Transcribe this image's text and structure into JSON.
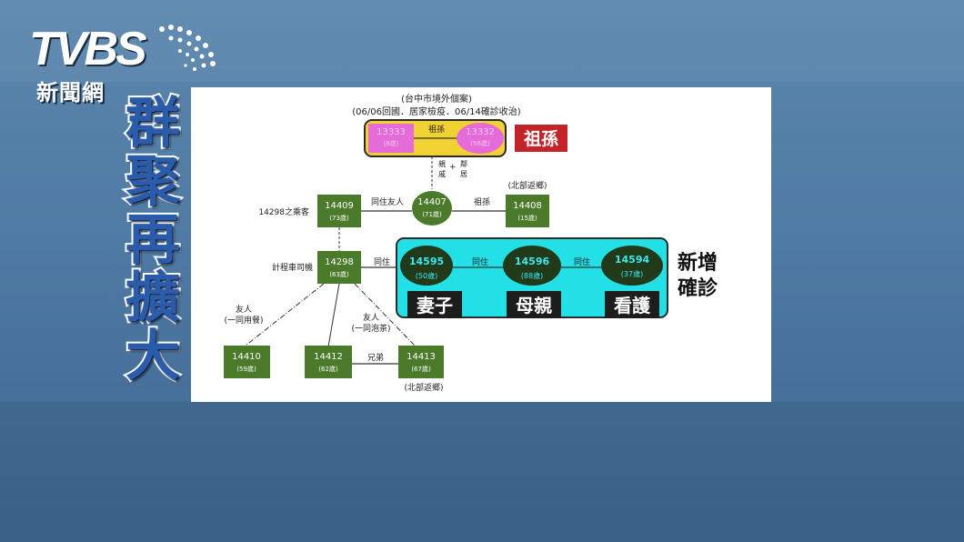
{
  "logo": {
    "brand": "TVBS",
    "sub": "新聞網"
  },
  "headline": [
    "群",
    "聚",
    "再",
    "擴",
    "大"
  ],
  "header": {
    "line1": "(台中市境外個案)",
    "line2": "(06/06回國．居家檢疫．06/14確診收治)"
  },
  "top_cluster": {
    "left": {
      "id": "13333",
      "age": "(8歲)"
    },
    "right": {
      "id": "13332",
      "age": "(56歲)"
    },
    "link": "祖孫",
    "tag": "祖孫"
  },
  "vertical_link": {
    "a": "親戚",
    "plus": "+",
    "b": "鄰居"
  },
  "nodes": {
    "n14409": {
      "id": "14409",
      "age": "(73歲)",
      "side": "14298之乘客"
    },
    "n14407": {
      "id": "14407",
      "age": "(71歲)"
    },
    "n14408": {
      "id": "14408",
      "age": "(15歲)",
      "note": "(北部返鄉)"
    },
    "n14298": {
      "id": "14298",
      "age": "(63歲)",
      "side": "計程車司機"
    },
    "n14410": {
      "id": "14410",
      "age": "(59歲)"
    },
    "n14412": {
      "id": "14412",
      "age": "(62歲)"
    },
    "n14413": {
      "id": "14413",
      "age": "(67歲)",
      "note": "(北部返鄉)"
    }
  },
  "edges": {
    "e1": "同住友人",
    "e2": "祖孫",
    "e3": "同住",
    "e4": "同住",
    "e5": "同住",
    "e6": "兄弟",
    "friend1": [
      "友人",
      "(一同用餐)"
    ],
    "friend2": [
      "友人",
      "(一同泡茶)"
    ]
  },
  "new_cluster": {
    "title": [
      "新增",
      "確診"
    ],
    "members": [
      {
        "id": "14595",
        "age": "(50歲)",
        "role": "妻子"
      },
      {
        "id": "14596",
        "age": "(88歲)",
        "role": "母親"
      },
      {
        "id": "14594",
        "age": "(37歲)",
        "role": "看護"
      }
    ]
  },
  "colors": {
    "node_green": "#4a7a2a",
    "yellow": "#f1d233",
    "pink": "#e56bd9",
    "cyan": "#22e0e6",
    "dark_oval": "#213b1a",
    "red_tag": "#c2242a",
    "cyan_text": "#3fe8f0"
  }
}
